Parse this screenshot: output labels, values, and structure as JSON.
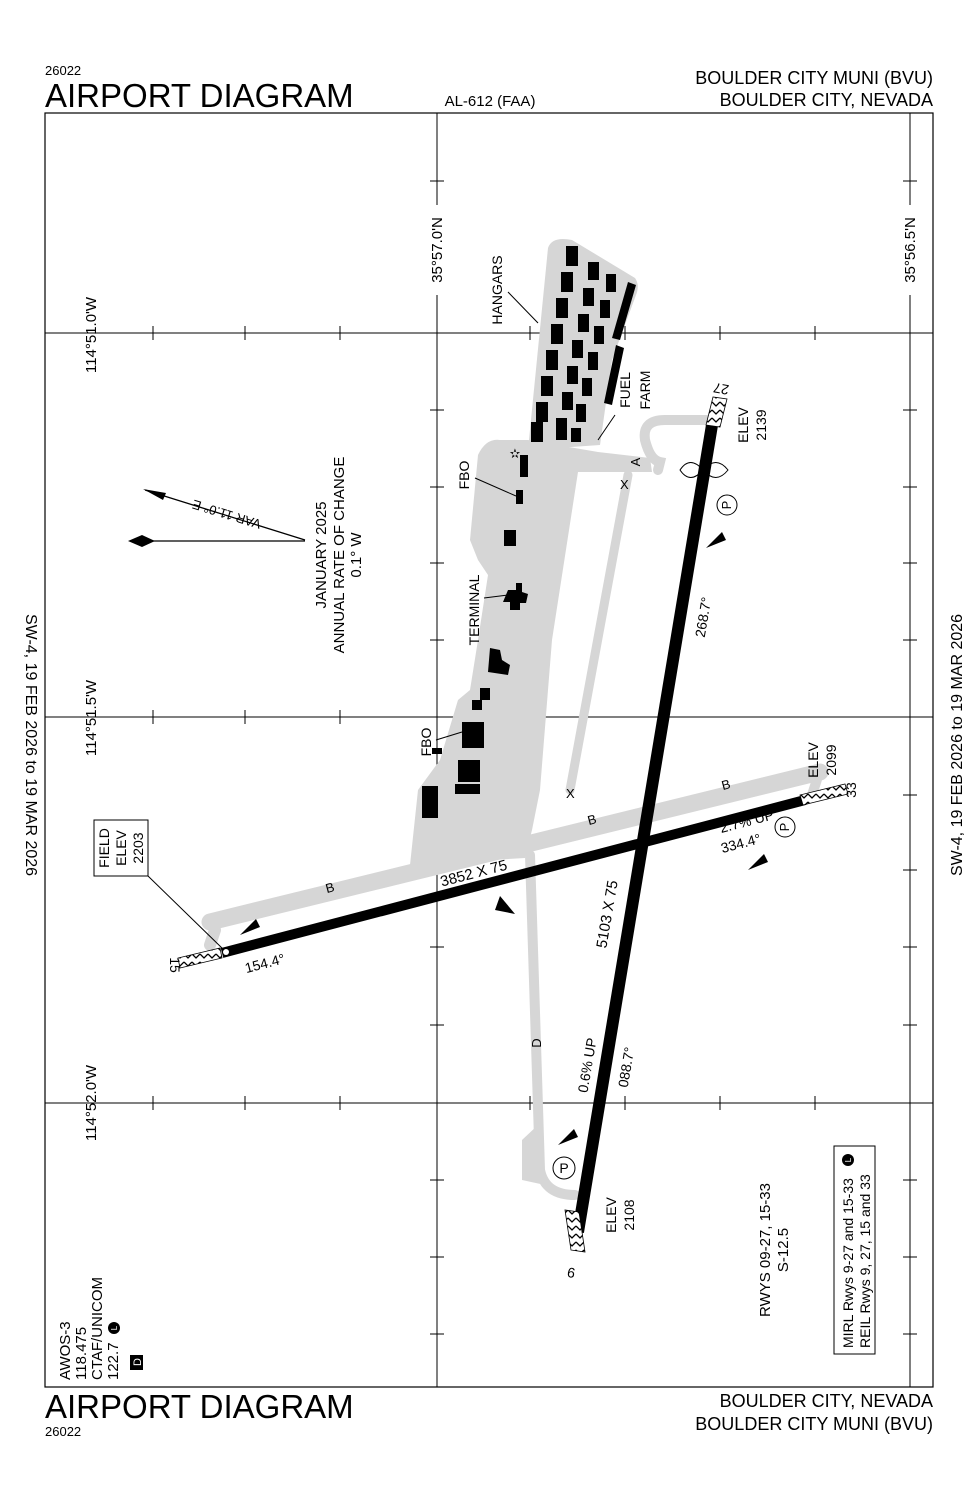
{
  "header": {
    "chart_number": "26022",
    "title": "AIRPORT DIAGRAM",
    "procedure_id": "AL-612 (FAA)",
    "airport_name": "BOULDER CITY MUNI (BVU)",
    "city_state": "BOULDER CITY, NEVADA"
  },
  "footer": {
    "chart_number": "26022",
    "title": "AIRPORT DIAGRAM",
    "city_state": "BOULDER CITY, NEVADA",
    "airport_name": "BOULDER CITY MUNI (BVU)"
  },
  "side_margins": {
    "left": "SW-4, 19 FEB 2026 to 19 MAR 2026",
    "right": "SW-4, 19 FEB 2026 to 19 MAR 2026"
  },
  "coordinates": {
    "lat_1": "35°57.0'N",
    "lat_2": "35°56.5'N",
    "lon_1": "114°51.0'W",
    "lon_2": "114°51.5'W",
    "lon_3": "114°52.0'W"
  },
  "magnetic_variation": {
    "var_label": "VAR 11.0° E",
    "epoch": "JANUARY 2025",
    "rate_label": "ANNUAL RATE OF CHANGE",
    "rate_value": "0.1° W"
  },
  "facilities": {
    "hangars": "HANGARS",
    "fuel_farm_1": "FUEL",
    "fuel_farm_2": "FARM",
    "fbo_north": "FBO",
    "fbo_south": "FBO",
    "terminal": "TERMINAL"
  },
  "field_elevation": {
    "line1": "FIELD",
    "line2": "ELEV",
    "value": "2203"
  },
  "runways": {
    "rwy_9_27": {
      "dimensions": "5103 X 75",
      "end_9": "9",
      "end_27": "27",
      "heading_9": "088.7°",
      "heading_27": "268.7°",
      "slope": "0.6% UP",
      "elev_label": "ELEV",
      "elev_9": "2108",
      "elev_27": "2139"
    },
    "rwy_15_33": {
      "dimensions": "3852 X 75",
      "end_15": "15",
      "end_33": "33",
      "heading_15": "154.4°",
      "heading_33": "334.4°",
      "slope": "2.7% UP",
      "elev_label": "ELEV",
      "elev_33": "2099"
    }
  },
  "taxiways": {
    "b1": "B",
    "b2": "B",
    "b3": "B",
    "d": "D",
    "a": "A"
  },
  "symbols": {
    "parking": "P",
    "lighting": "L",
    "dme": "D"
  },
  "communications": {
    "awos_label": "AWOS-3",
    "awos_freq": "118.475",
    "ctaf_label": "CTAF/UNICOM",
    "ctaf_freq": "122.7"
  },
  "notes": {
    "weight_bearing_1": "RWYS 09-27, 15-33",
    "weight_bearing_2": "S-12.5",
    "lighting_1": "MIRL Rwys 9-27 and 15-33",
    "lighting_2": "REIL Rwys 9, 27, 15 and 33"
  }
}
